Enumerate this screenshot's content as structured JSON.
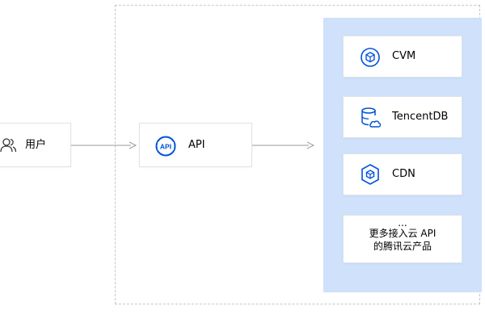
{
  "diagram": {
    "user": {
      "label": "用户",
      "icon": "users-icon"
    },
    "api": {
      "label": "API",
      "icon": "api-icon",
      "badge_text": "API"
    },
    "products": [
      {
        "label": "CVM",
        "icon": "cube-icon"
      },
      {
        "label": "TencentDB",
        "icon": "database-cloud-icon"
      },
      {
        "label": "CDN",
        "icon": "box-icon"
      }
    ],
    "more": {
      "ellipsis": "...",
      "line1": "更多接入云 API",
      "line2": "的腾讯云产品"
    }
  },
  "colors": {
    "accent": "#0052d9",
    "panel": "#cfe1fb",
    "arrow": "#999999",
    "frame_border": "#c7c7c7"
  }
}
